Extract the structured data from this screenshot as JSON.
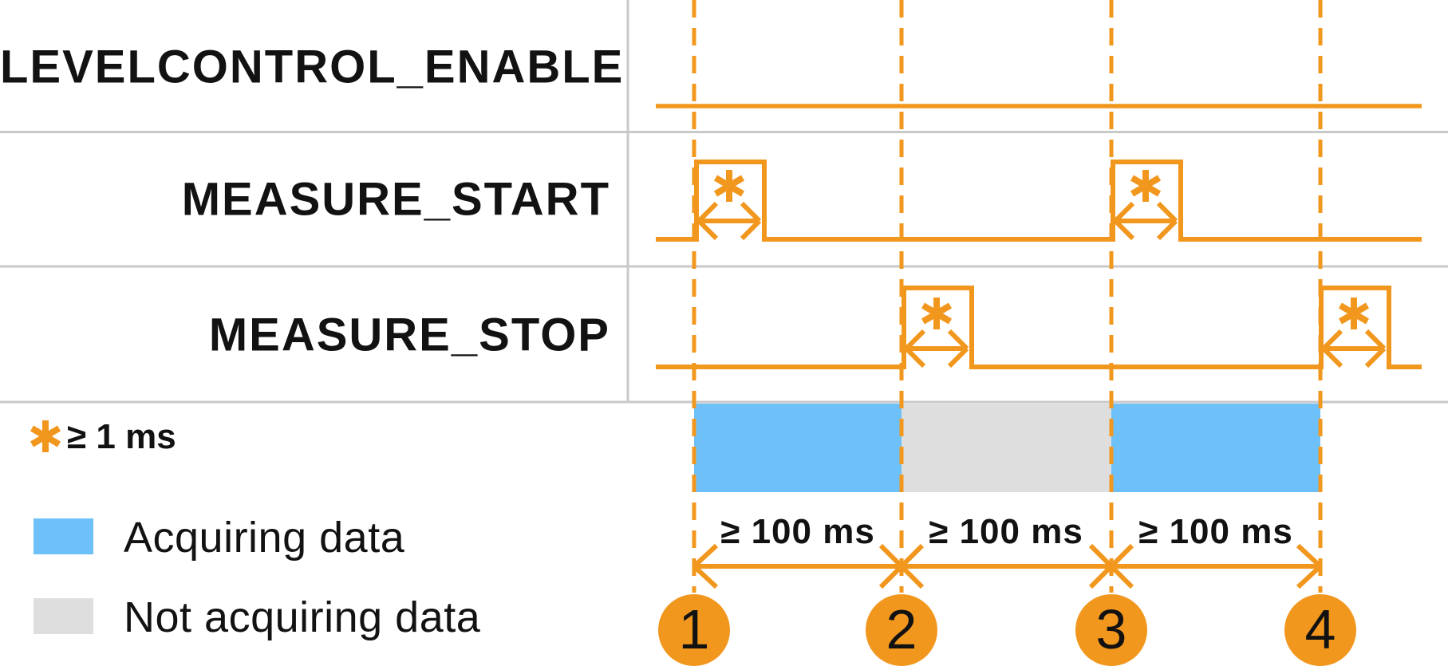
{
  "signals": [
    {
      "label": "LEVELCONTROL_ENABLE"
    },
    {
      "label": "MEASURE_START"
    },
    {
      "label": "MEASURE_STOP"
    }
  ],
  "note": {
    "text": "≥ 1 ms"
  },
  "intervals": [
    {
      "label": "≥ 100 ms"
    },
    {
      "label": "≥ 100 ms"
    },
    {
      "label": "≥ 100 ms"
    }
  ],
  "legend": [
    {
      "label": "Acquiring data",
      "color": "#6EC1F8"
    },
    {
      "label": "Not acquiring data",
      "color": "#DEDEDE"
    }
  ],
  "markers": [
    {
      "number": "1"
    },
    {
      "number": "2"
    },
    {
      "number": "3"
    },
    {
      "number": "4"
    }
  ],
  "colors": {
    "accent_orange": "#F2971E",
    "acquiring_blue": "#6EC1F8",
    "not_acquiring_gray": "#DEDEDE",
    "grid_gray": "#C9C9C9",
    "text": "#121212"
  }
}
